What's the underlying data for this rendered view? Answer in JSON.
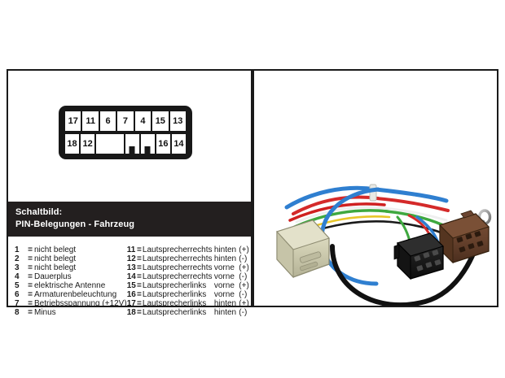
{
  "diagram": {
    "connector_rows": [
      [
        {
          "label": "17",
          "type": "numbered"
        },
        {
          "label": "11",
          "type": "numbered"
        },
        {
          "label": "6",
          "type": "numbered"
        },
        {
          "label": "7",
          "type": "numbered"
        },
        {
          "label": "4",
          "type": "numbered"
        },
        {
          "label": "15",
          "type": "numbered"
        },
        {
          "label": "13",
          "type": "numbered"
        }
      ],
      [
        {
          "label": "18",
          "type": "numbered"
        },
        {
          "label": "12",
          "type": "numbered"
        },
        {
          "label": "",
          "type": "blank"
        },
        {
          "label": "",
          "type": "blank-notch"
        },
        {
          "label": "",
          "type": "blank-notch"
        },
        {
          "label": "16",
          "type": "numbered"
        },
        {
          "label": "14",
          "type": "numbered"
        }
      ]
    ]
  },
  "caption": {
    "line1": "Schaltbild:",
    "line2": "PIN-Belegungen - Fahrzeug"
  },
  "legend": {
    "left": [
      {
        "num": "1",
        "eq": "=",
        "desc": "nicht belegt"
      },
      {
        "num": "2",
        "eq": "=",
        "desc": "nicht belegt"
      },
      {
        "num": "3",
        "eq": "=",
        "desc": "nicht belegt"
      },
      {
        "num": "4",
        "eq": "=",
        "desc": "Dauerplus"
      },
      {
        "num": "5",
        "eq": "=",
        "desc": "elektrische Antenne"
      },
      {
        "num": "6",
        "eq": "=",
        "desc": "Armaturenbeleuchtung"
      },
      {
        "num": "7",
        "eq": "=",
        "desc": "Betriebsspannung (+12V)"
      },
      {
        "num": "8",
        "eq": "=",
        "desc": "Minus"
      }
    ],
    "right": [
      {
        "num": "11",
        "eq": "=",
        "device": "Lautsprecher",
        "side": "rechts",
        "position": "hinten",
        "polarity": "(+)"
      },
      {
        "num": "12",
        "eq": "=",
        "device": "Lautsprecher",
        "side": "rechts",
        "position": "hinten",
        "polarity": "(-)"
      },
      {
        "num": "13",
        "eq": "=",
        "device": "Lautsprecher",
        "side": "rechts",
        "position": "vorne",
        "polarity": "(+)"
      },
      {
        "num": "14",
        "eq": "=",
        "device": "Lautsprecher",
        "side": "rechts",
        "position": "vorne",
        "polarity": "(-)"
      },
      {
        "num": "15",
        "eq": "=",
        "device": "Lautsprecher",
        "side": "links",
        "position": "vorne",
        "polarity": "(+)"
      },
      {
        "num": "16",
        "eq": "=",
        "device": "Lautsprecher",
        "side": "links",
        "position": "vorne",
        "polarity": "(-)"
      },
      {
        "num": "17",
        "eq": "=",
        "device": "Lautsprecher",
        "side": "links",
        "position": "hinten",
        "polarity": "(+)"
      },
      {
        "num": "18",
        "eq": "=",
        "device": "Lautsprecher",
        "side": "links",
        "position": "hinten",
        "polarity": "(-)"
      }
    ]
  },
  "photo": {
    "alt": "Radio-Adapterkabel mit Fahrzeugstecker, ISO-Stecker und Masseleitung",
    "colors": {
      "vehicle_connector": "#d8d6bc",
      "iso_black_connector": "#1c1c1c",
      "iso_brown_connector": "#6b4430",
      "ground_wire": "#111111",
      "ring_terminal": "#8e8e8e",
      "wire_blue": "#2f7fd0",
      "wire_red": "#d42a2a",
      "wire_green": "#3fa83f",
      "wire_white": "#f0f0f0",
      "wire_black": "#1a1a1a",
      "wire_yellow": "#e8c62a",
      "cable_tie": "#e9e9e4"
    }
  }
}
